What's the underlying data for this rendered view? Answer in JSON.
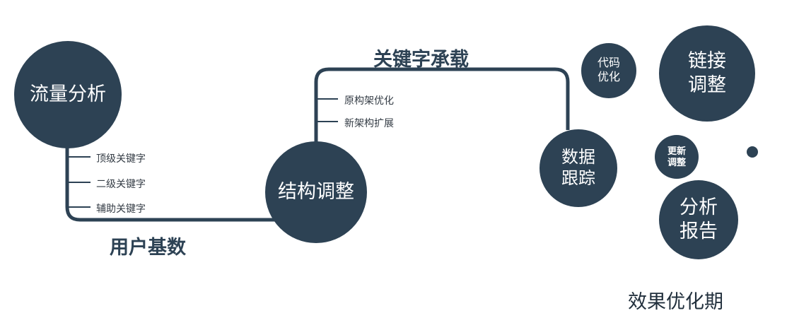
{
  "colors": {
    "primary": "#2d4254",
    "node_text": "#ffffff"
  },
  "nodes": {
    "traffic": {
      "label": "流量分析"
    },
    "structure": {
      "label": "结构调整"
    },
    "tracking": {
      "label": "数据\n跟踪"
    },
    "code": {
      "label": "代码\n优化"
    },
    "link": {
      "label": "链接\n调整"
    },
    "update": {
      "label": "更新\n调整"
    },
    "report": {
      "label": "分析\n报告"
    }
  },
  "edges": {
    "user_base": "用户基数",
    "keyword_carry": "关键字承载"
  },
  "branches": {
    "top_keywords": "顶级关键字",
    "secondary_keywords": "二级关键字",
    "auxiliary_keywords": "辅助关键字",
    "arch_optimize": "原构架优化",
    "arch_expand": "新架构扩展"
  },
  "footer": {
    "phase": "效果优化期"
  }
}
